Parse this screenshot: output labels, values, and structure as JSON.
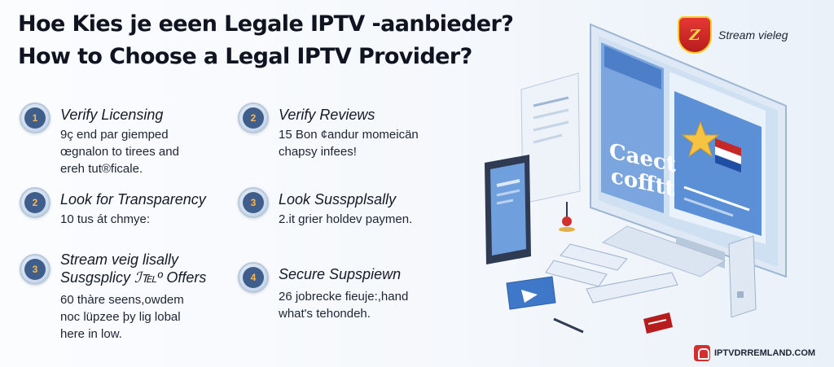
{
  "title": {
    "line1": "Hoe Kies je eeen Legale IPTV -aanbieder?",
    "line2": "How to Choose a Legal IPTV Provider?"
  },
  "brand": {
    "logo_text": "Z",
    "name": "Stream vieleg"
  },
  "items": [
    {
      "num": "1",
      "heading": "Verify Licensing",
      "body": [
        "9ç end par giemped",
        "œgnalon to tirees and",
        "ereh tut®ficale."
      ]
    },
    {
      "num": "2",
      "heading": "Verify Reviews",
      "body": [
        "15 Bon ¢andur momeicän",
        "chapsy infees!"
      ]
    },
    {
      "num": "2",
      "heading": "Look for Transparency",
      "body": [
        "10 tus át chmye:"
      ]
    },
    {
      "num": "3",
      "heading": "Look Susspplsally",
      "body": [
        "2.it grier holdev paymen."
      ]
    },
    {
      "num": "3",
      "heading": "Stream veig lisally",
      "heading2": "Susgsplicy ℐ℡º Offers",
      "body": [
        "60 thàre seens,owdem",
        "noc lüpzee þy lig lobal",
        "here in low."
      ]
    },
    {
      "num": "4",
      "heading": "Secure Supspiewn",
      "body": [
        "26 jobrecke fieuje:,hand",
        "what's tehondeh."
      ]
    }
  ],
  "illustration": {
    "screen_text_line1": "Caect",
    "screen_text_line2": "cofftt"
  },
  "footer": {
    "site": "IPTVDRREMLAND.COM"
  },
  "colors": {
    "badge_fill": "#3f5e8c",
    "badge_num": "#ffb74d",
    "screen_blue": "#5b8fd6",
    "accent_red": "#d32f2f"
  }
}
